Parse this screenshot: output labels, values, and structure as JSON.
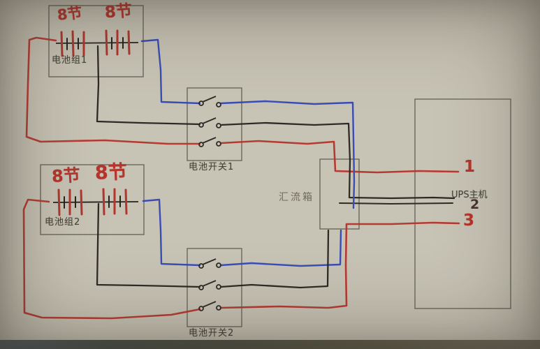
{
  "colors": {
    "wire_red": "#b5342c",
    "wire_blue": "#3347b5",
    "wire_black": "#26231f",
    "pencil": "#55524b",
    "annotation_red": "#b5342c"
  },
  "battery_group_1": {
    "label": "电池组1",
    "pack_labels": [
      "8节",
      "8节"
    ]
  },
  "battery_group_2": {
    "label": "电池组2",
    "pack_labels": [
      "8节",
      "8节"
    ]
  },
  "battery_switch_1": {
    "label": "电池开关1"
  },
  "battery_switch_2": {
    "label": "电池开关2"
  },
  "bus_box": {
    "label": "汇流箱"
  },
  "ups": {
    "label": "UPS主机",
    "terminals": [
      "1",
      "2",
      "3"
    ]
  }
}
